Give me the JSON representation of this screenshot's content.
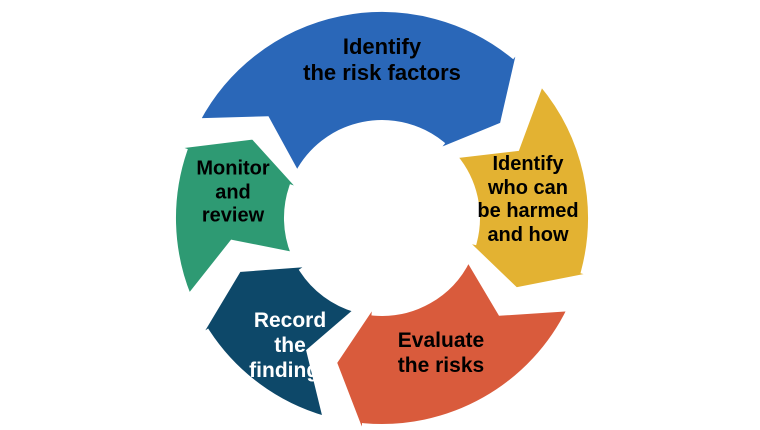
{
  "diagram": {
    "type": "cycle",
    "steps": [
      {
        "id": "identify-risk-factors",
        "lines": [
          "Identify",
          "the risk factors"
        ],
        "color": "#2a67b8",
        "text_color": "#000000"
      },
      {
        "id": "identify-who-harmed",
        "lines": [
          "Identify",
          "who can",
          "be harmed",
          "and how"
        ],
        "color": "#e3b232",
        "text_color": "#000000"
      },
      {
        "id": "evaluate-risks",
        "lines": [
          "Evaluate",
          "the risks"
        ],
        "color": "#d95b3c",
        "text_color": "#000000"
      },
      {
        "id": "record-findings",
        "lines": [
          "Record",
          "the",
          "findings"
        ],
        "color": "#0d4869",
        "text_color": "#ffffff"
      },
      {
        "id": "monitor-review",
        "lines": [
          "Monitor",
          "and",
          "review"
        ],
        "color": "#2e9a73",
        "text_color": "#000000"
      }
    ]
  }
}
